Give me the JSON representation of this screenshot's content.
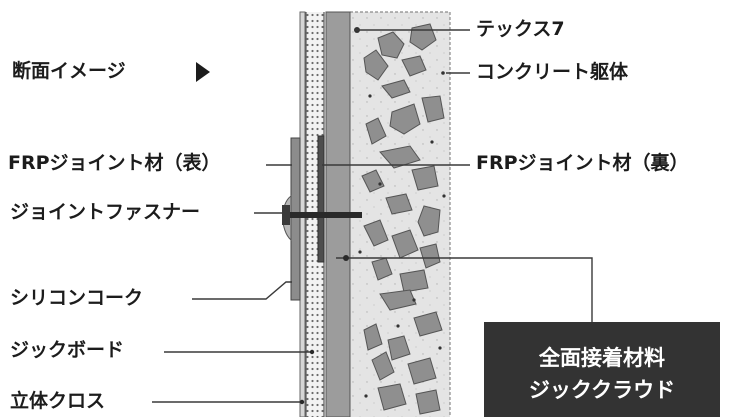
{
  "labels": {
    "section_image": "断面イメージ",
    "tex7": "テックス7",
    "concrete_body": "コンクリート躯体",
    "frp_joint_front": "FRPジョイント材（表）",
    "frp_joint_back": "FRPジョイント材（裏）",
    "joint_fastener": "ジョイントファスナー",
    "silicone_caulk": "シリコンコーク",
    "jic_board": "ジックボード",
    "cloth_3d": "立体クロス"
  },
  "callout": {
    "line1": "全面接着材料",
    "line2": "ジッククラウド"
  },
  "colors": {
    "text": "#1c1c1c",
    "callout_bg": "#333333",
    "concrete_bg": "#e4e4e4",
    "aggregate_fill": "#8f8f8f",
    "board_fill": "#9c9c9c",
    "leader_line": "#3a3a3a"
  },
  "icons": {
    "section_arrow": "triangle-right-icon"
  }
}
